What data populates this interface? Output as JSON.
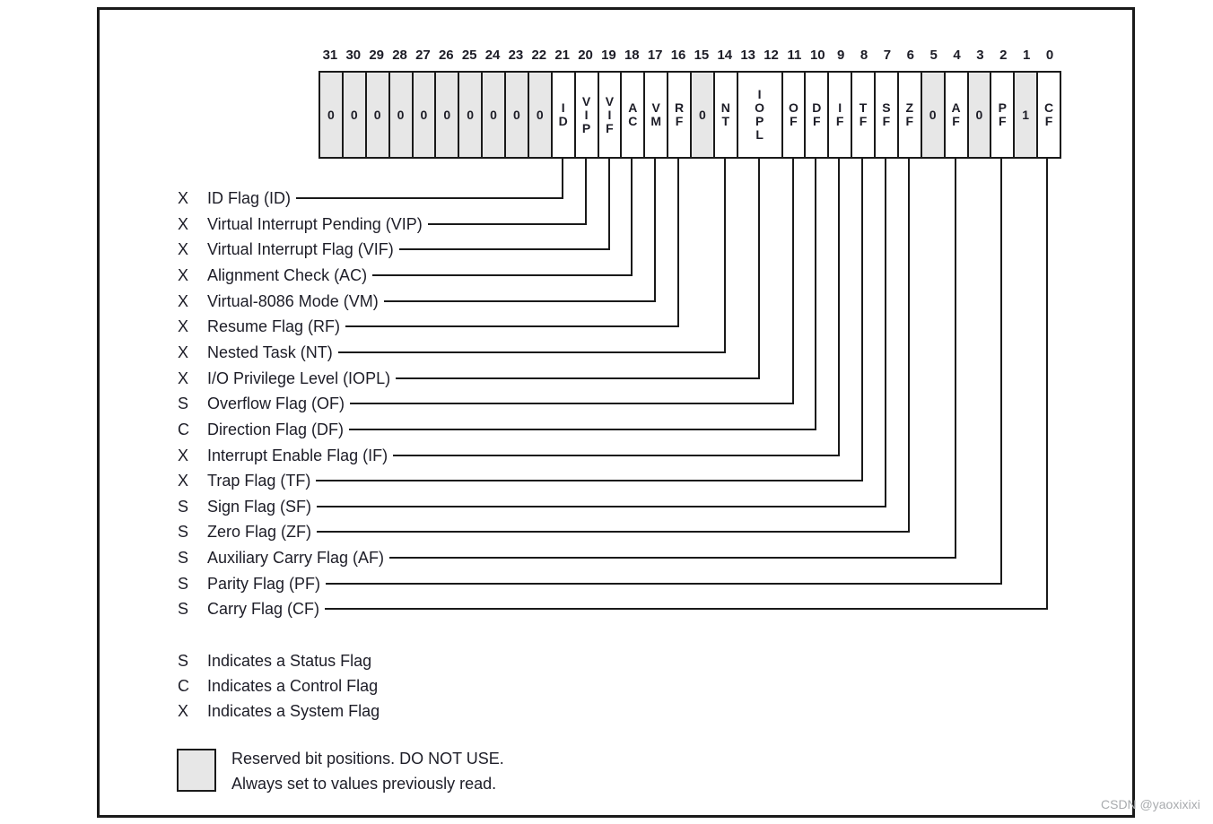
{
  "register": {
    "bit_numbers": [
      "31",
      "30",
      "29",
      "28",
      "27",
      "26",
      "25",
      "24",
      "23",
      "22",
      "21",
      "20",
      "19",
      "18",
      "17",
      "16",
      "15",
      "14",
      "13",
      "12",
      "11",
      "10",
      "9",
      "8",
      "7",
      "6",
      "5",
      "4",
      "3",
      "2",
      "1",
      "0"
    ],
    "cells": [
      {
        "bit": "31",
        "label": "0",
        "bits": 1,
        "reserved": true
      },
      {
        "bit": "30",
        "label": "0",
        "bits": 1,
        "reserved": true
      },
      {
        "bit": "29",
        "label": "0",
        "bits": 1,
        "reserved": true
      },
      {
        "bit": "28",
        "label": "0",
        "bits": 1,
        "reserved": true
      },
      {
        "bit": "27",
        "label": "0",
        "bits": 1,
        "reserved": true
      },
      {
        "bit": "26",
        "label": "0",
        "bits": 1,
        "reserved": true
      },
      {
        "bit": "25",
        "label": "0",
        "bits": 1,
        "reserved": true
      },
      {
        "bit": "24",
        "label": "0",
        "bits": 1,
        "reserved": true
      },
      {
        "bit": "23",
        "label": "0",
        "bits": 1,
        "reserved": true
      },
      {
        "bit": "22",
        "label": "0",
        "bits": 1,
        "reserved": true
      },
      {
        "bit": "21",
        "label": "ID",
        "bits": 1,
        "reserved": false
      },
      {
        "bit": "20",
        "label": "VIP",
        "bits": 1,
        "reserved": false
      },
      {
        "bit": "19",
        "label": "VIF",
        "bits": 1,
        "reserved": false
      },
      {
        "bit": "18",
        "label": "AC",
        "bits": 1,
        "reserved": false
      },
      {
        "bit": "17",
        "label": "VM",
        "bits": 1,
        "reserved": false
      },
      {
        "bit": "16",
        "label": "RF",
        "bits": 1,
        "reserved": false
      },
      {
        "bit": "15",
        "label": "0",
        "bits": 1,
        "reserved": true
      },
      {
        "bit": "14",
        "label": "NT",
        "bits": 1,
        "reserved": false
      },
      {
        "bit": "13-12",
        "label": "IOPL",
        "bits": 2,
        "reserved": false
      },
      {
        "bit": "11",
        "label": "OF",
        "bits": 1,
        "reserved": false
      },
      {
        "bit": "10",
        "label": "DF",
        "bits": 1,
        "reserved": false
      },
      {
        "bit": "9",
        "label": "IF",
        "bits": 1,
        "reserved": false
      },
      {
        "bit": "8",
        "label": "TF",
        "bits": 1,
        "reserved": false
      },
      {
        "bit": "7",
        "label": "SF",
        "bits": 1,
        "reserved": false
      },
      {
        "bit": "6",
        "label": "ZF",
        "bits": 1,
        "reserved": false
      },
      {
        "bit": "5",
        "label": "0",
        "bits": 1,
        "reserved": true
      },
      {
        "bit": "4",
        "label": "AF",
        "bits": 1,
        "reserved": false
      },
      {
        "bit": "3",
        "label": "0",
        "bits": 1,
        "reserved": true
      },
      {
        "bit": "2",
        "label": "PF",
        "bits": 1,
        "reserved": false
      },
      {
        "bit": "1",
        "label": "1",
        "bits": 1,
        "reserved": true
      },
      {
        "bit": "0",
        "label": "CF",
        "bits": 1,
        "reserved": false
      }
    ]
  },
  "flags": [
    {
      "type": "X",
      "label": "ID Flag (ID)",
      "cell": "ID",
      "bit": "21"
    },
    {
      "type": "X",
      "label": "Virtual Interrupt Pending (VIP)",
      "cell": "VIP",
      "bit": "20"
    },
    {
      "type": "X",
      "label": "Virtual Interrupt Flag (VIF)",
      "cell": "VIF",
      "bit": "19"
    },
    {
      "type": "X",
      "label": "Alignment Check (AC)",
      "cell": "AC",
      "bit": "18"
    },
    {
      "type": "X",
      "label": "Virtual-8086 Mode (VM)",
      "cell": "VM",
      "bit": "17"
    },
    {
      "type": "X",
      "label": "Resume Flag (RF)",
      "cell": "RF",
      "bit": "16"
    },
    {
      "type": "X",
      "label": "Nested Task (NT)",
      "cell": "NT",
      "bit": "14"
    },
    {
      "type": "X",
      "label": "I/O Privilege Level (IOPL)",
      "cell": "IOPL",
      "bit": "13-12"
    },
    {
      "type": "S",
      "label": "Overflow Flag (OF)",
      "cell": "OF",
      "bit": "11"
    },
    {
      "type": "C",
      "label": "Direction Flag (DF)",
      "cell": "DF",
      "bit": "10"
    },
    {
      "type": "X",
      "label": "Interrupt Enable Flag (IF)",
      "cell": "IF",
      "bit": "9"
    },
    {
      "type": "X",
      "label": "Trap Flag (TF)",
      "cell": "TF",
      "bit": "8"
    },
    {
      "type": "S",
      "label": "Sign Flag (SF)",
      "cell": "SF",
      "bit": "7"
    },
    {
      "type": "S",
      "label": "Zero Flag (ZF)",
      "cell": "ZF",
      "bit": "6"
    },
    {
      "type": "S",
      "label": "Auxiliary Carry Flag (AF)",
      "cell": "AF",
      "bit": "4"
    },
    {
      "type": "S",
      "label": "Parity Flag (PF)",
      "cell": "PF",
      "bit": "2"
    },
    {
      "type": "S",
      "label": "Carry Flag (CF)",
      "cell": "CF",
      "bit": "0"
    }
  ],
  "legend": {
    "items": [
      {
        "letter": "S",
        "text": "Indicates a Status Flag"
      },
      {
        "letter": "C",
        "text": "Indicates a Control Flag"
      },
      {
        "letter": "X",
        "text": "Indicates a System Flag"
      }
    ]
  },
  "reserved_note": {
    "line1": "Reserved bit positions. DO NOT USE.",
    "line2": "Always set to values previously read."
  },
  "watermark": "CSDN @yaoxixixi",
  "colors": {
    "line": "#1a1a1a",
    "text": "#1d1d27",
    "reserved_fill": "#e7e7e7",
    "watermark": "#a8abae"
  }
}
